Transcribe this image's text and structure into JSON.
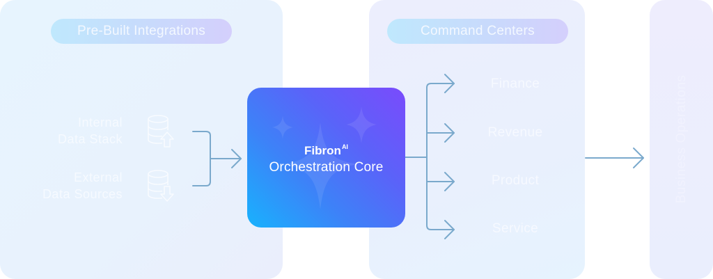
{
  "colors": {
    "connector": "#7aa9cc",
    "core_gradient_start": "#7a4bfc",
    "core_gradient_end": "#18b2fd",
    "panel_text": "#f6faff"
  },
  "integrations": {
    "title": "Pre-Built Integrations",
    "sources": [
      {
        "label_line1": "Internal",
        "label_line2": "Data Stack",
        "icon": "database-upload-icon"
      },
      {
        "label_line1": "External",
        "label_line2": "Data Sources",
        "icon": "database-download-icon"
      }
    ]
  },
  "core": {
    "brand": "Fibron",
    "brand_superscript": "AI",
    "subtitle": "Orchestration Core",
    "icon": "sparkles-icon"
  },
  "command_centers": {
    "title": "Command Centers",
    "items": [
      "Finance",
      "Revenue",
      "Product",
      "Service"
    ]
  },
  "business_operations": {
    "label": "Business Operations"
  }
}
